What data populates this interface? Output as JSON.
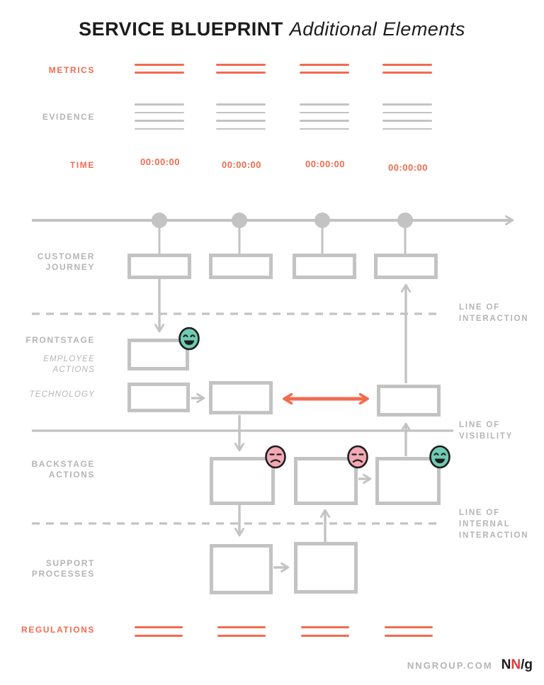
{
  "title": {
    "main": "SERVICE BLUEPRINT",
    "sub": "Additional Elements"
  },
  "left_labels": {
    "metrics": "METRICS",
    "evidence": "EVIDENCE",
    "time": "TIME",
    "customer_journey": "CUSTOMER\nJOURNEY",
    "frontstage": "FRONTSTAGE",
    "employee_actions": "EMPLOYEE\nACTIONS",
    "technology": "TECHNOLOGY",
    "backstage_actions": "BACKSTAGE\nACTIONS",
    "support_processes": "SUPPORT\nPROCESSES",
    "regulations": "REGULATIONS"
  },
  "time": {
    "values": [
      "00:00:00",
      "00:00:00",
      "00:00:00",
      "00:00:00"
    ]
  },
  "line_labels": {
    "interaction": "LINE OF\nINTERACTION",
    "visibility": "LINE OF\nVISIBILITY",
    "internal_interaction": "LINE OF\nINTERNAL\nINTERACTION"
  },
  "icons": {
    "frontstage_box": "happy-face",
    "backstage_box_1": "annoyed-face",
    "backstage_box_2": "annoyed-face",
    "backstage_box_3": "happy-face",
    "timeline": "right-arrow",
    "technology_link": "double-headed-arrow"
  },
  "footer": {
    "site": "NNGROUP.COM",
    "logo_n1": "N",
    "logo_n2": "N",
    "logo_sg": "/g"
  },
  "colors": {
    "accent": "#f26b4f",
    "grayline": "#c3c3c3",
    "graylabel": "#b5b5b5",
    "ink": "#1c1c1c",
    "happy": "#6fcbb1",
    "sad": "#f2a9b4",
    "facestroke": "#1e1e1e",
    "logored": "#e03a3a"
  }
}
